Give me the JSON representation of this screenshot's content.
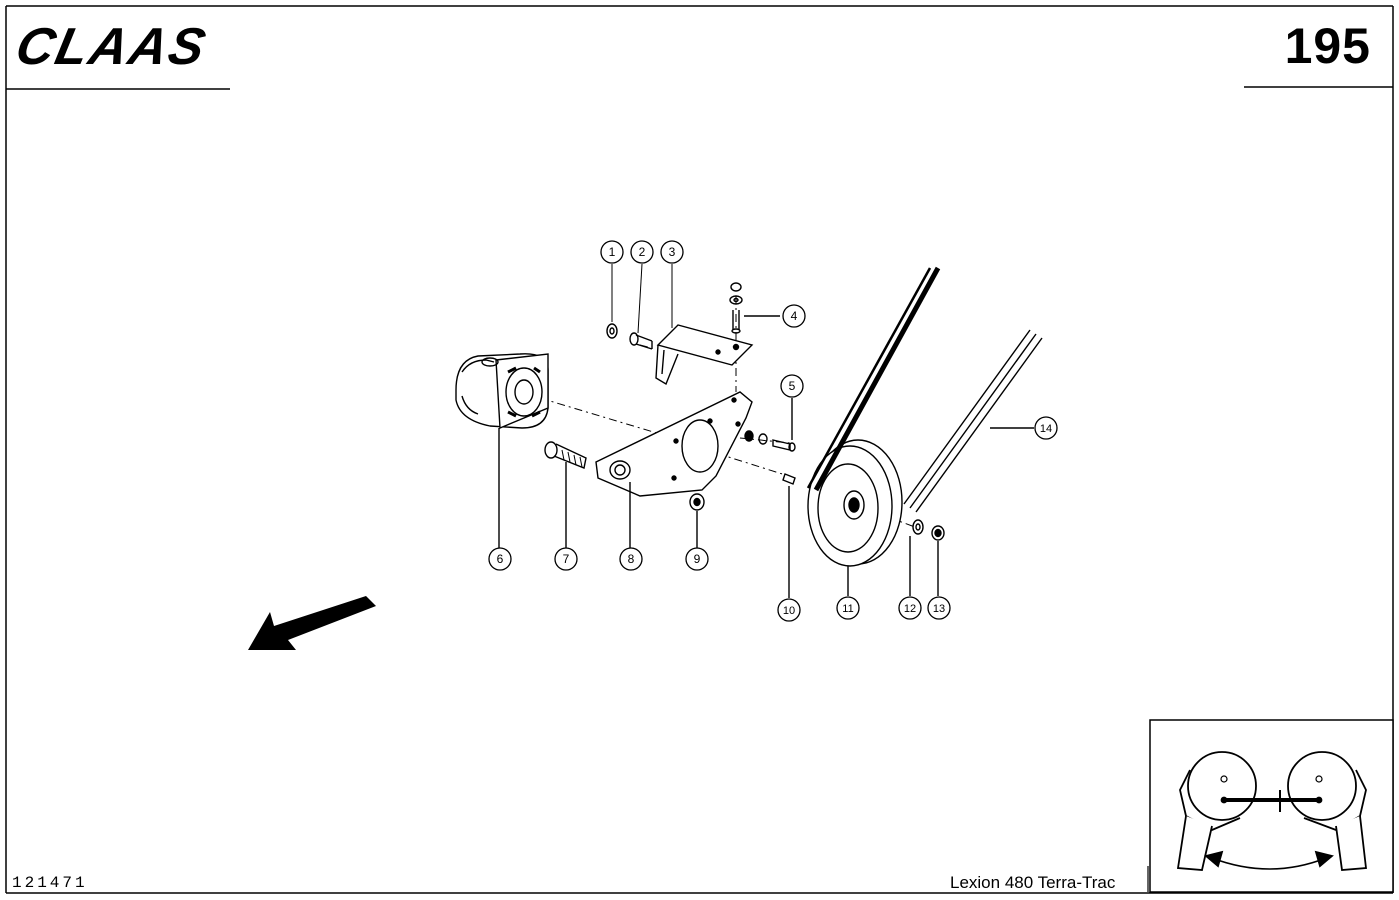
{
  "header": {
    "brand": "CLAAS",
    "page_number": "195"
  },
  "footer": {
    "drawing_number": "121471",
    "model": "Lexion 480 Terra-Trac"
  },
  "callouts": [
    "1",
    "2",
    "3",
    "4",
    "5",
    "6",
    "7",
    "8",
    "9",
    "10",
    "11",
    "12",
    "13",
    "14"
  ],
  "colors": {
    "ink": "#000000",
    "paper": "#ffffff"
  },
  "icons": {
    "direction": "direction-arrow-icon",
    "location": "location-inset-icon"
  }
}
